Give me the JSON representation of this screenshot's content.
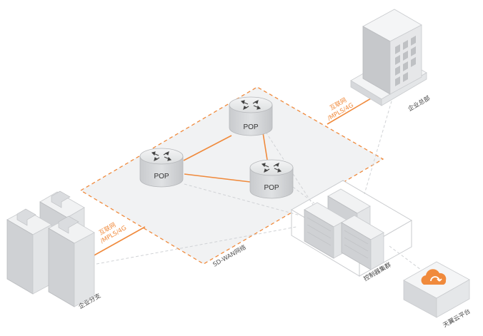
{
  "nodes": {
    "pop": "POP",
    "hq": "企业总部",
    "branch": "企业分支",
    "controller": "控制器集群",
    "cloud": "天翼云平台",
    "sdwan": "SD-WAN网络"
  },
  "links": {
    "hq_access_line1": "互联网",
    "hq_access_line2": "/MPLS/4G",
    "branch_access_line1": "互联网",
    "branch_access_line2": "/MPLS/4G"
  },
  "colors": {
    "accent": "#f08a3c",
    "building": "#d9dbde",
    "region_fill": "#f1f2f3",
    "border": "#c6c8cb"
  }
}
